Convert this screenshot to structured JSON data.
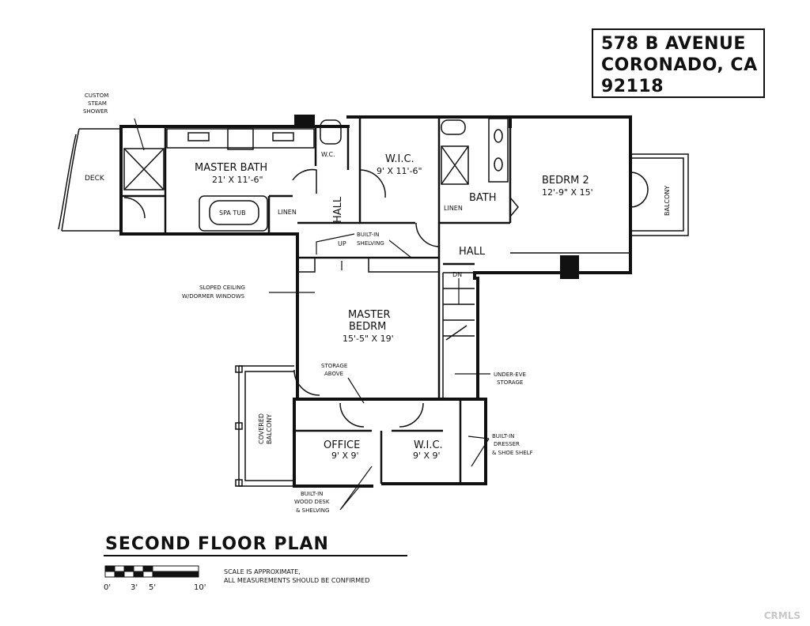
{
  "address": {
    "line1": "578 B AVENUE",
    "line2": "CORONADO, CA",
    "line3": "92118"
  },
  "plan_title": "SECOND FLOOR PLAN",
  "scale": {
    "note_line1": "SCALE IS APPROXIMATE,",
    "note_line2": "ALL MEASUREMENTS SHOULD BE CONFIRMED",
    "tick_0": "0'",
    "tick_3": "3'",
    "tick_5": "5'",
    "tick_10": "10'"
  },
  "rooms": {
    "master_bath": "MASTER BATH",
    "master_bath_dim": "21' X 11'-6\"",
    "wic1": "W.I.C.",
    "wic1_dim": "9' X 11'-6\"",
    "wc": "W.C.",
    "bedrm2": "BEDRM 2",
    "bedrm2_dim": "12'-9\" X 15'",
    "bath": "BATH",
    "linen1": "LINEN",
    "linen2": "LINEN",
    "hall1": "HALL",
    "hall2": "HALL",
    "deck": "DECK",
    "spa_tub": "SPA TUB",
    "balcony": "BALCONY",
    "master_bedrm_l1": "MASTER",
    "master_bedrm_l2": "BEDRM",
    "master_bedrm_dim": "15'-5\" X 19'",
    "office": "OFFICE",
    "office_dim": "9' X 9'",
    "wic2": "W.I.C.",
    "wic2_dim": "9' X 9'",
    "covered_balcony_l1": "COVERED",
    "covered_balcony_l2": "BALCONY",
    "up": "UP",
    "dn": "DN"
  },
  "notes": {
    "steam_l1": "CUSTOM",
    "steam_l2": "STEAM",
    "steam_l3": "SHOWER",
    "shelving_l1": "BUILT-IN",
    "shelving_l2": "SHELVING",
    "sloped_l1": "SLOPED CEILING",
    "sloped_l2": "W/DORMER WINDOWS",
    "storage_l1": "STORAGE",
    "storage_l2": "ABOVE",
    "undereve_l1": "UNDER-EVE",
    "undereve_l2": "STORAGE",
    "dresser_l1": "BUILT-IN",
    "dresser_l2": "DRESSER",
    "dresser_l3": "& SHOE SHELF",
    "desk_l1": "BUILT-IN",
    "desk_l2": "WOOD DESK",
    "desk_l3": "& SHELVING"
  },
  "watermark": "CRMLS"
}
